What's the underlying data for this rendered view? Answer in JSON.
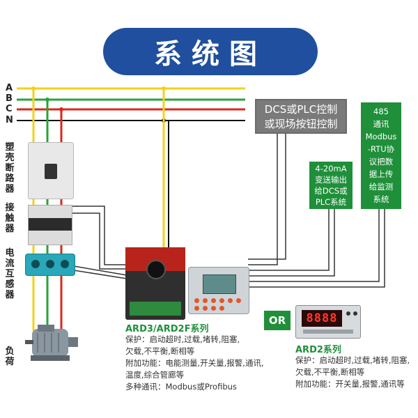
{
  "title": "系统图",
  "phases": [
    "A",
    "B",
    "C",
    "N"
  ],
  "component_labels": {
    "breaker": "塑壳断路器",
    "contactor": "接触器",
    "ct": "电流互感器",
    "load": "负荷"
  },
  "boxes": {
    "dcs": [
      "DCS或PLC控制",
      "或现场按钮控制"
    ],
    "analog": [
      "4-20mA",
      "变送输出",
      "给DCS或",
      "PLC系统"
    ],
    "comm": [
      "485",
      "通讯",
      "Modbus",
      "-RTU协",
      "议把数",
      "据上传",
      "给监测",
      "系统"
    ]
  },
  "or_label": "OR",
  "ard3": {
    "title": "ARD3/ARD2F系列",
    "lines": [
      "保护：启动超时,过载,堵转,阻塞,",
      "欠载,不平衡,断相等",
      "附加功能：电能测量,开关量,报警,通讯,",
      "温度,综合管廊等",
      "多种通讯：Modbus或Profibus"
    ]
  },
  "ard2": {
    "title": "ARD2系列",
    "display": "8888",
    "lines": [
      "保护：启动超时,过载,堵转,阻塞,",
      "欠载,不平衡,断相等",
      "附加功能：开关量,报警,通讯等"
    ]
  },
  "colors": {
    "phase_a": "#f2d21b",
    "phase_b": "#2aa33a",
    "phase_c": "#d9281e",
    "neutral": "#111111",
    "banner": "#1f4f9e",
    "accent_green": "#1f8f3a"
  }
}
